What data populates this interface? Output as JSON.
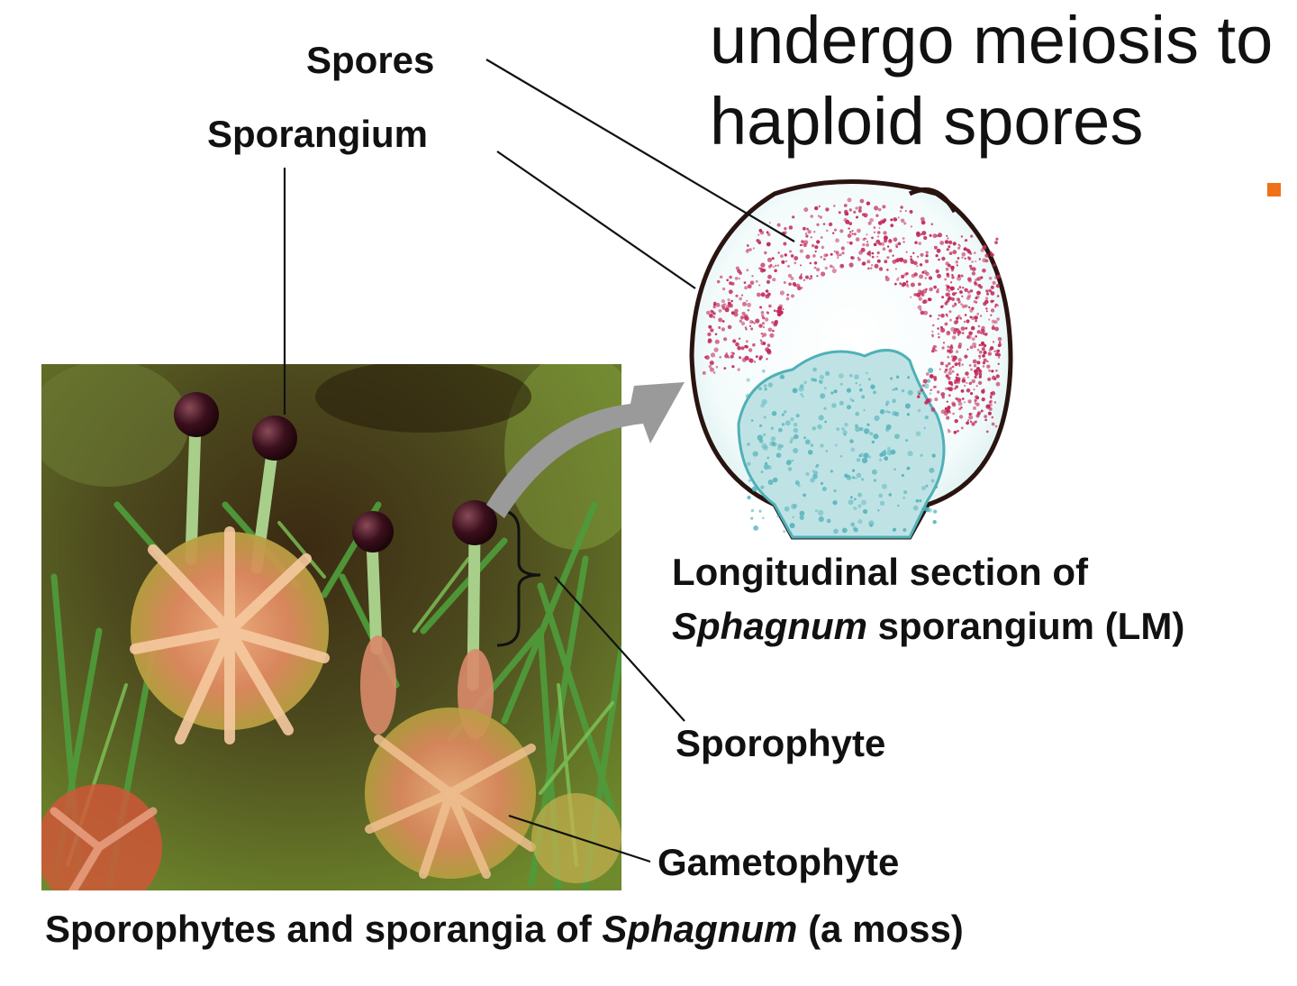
{
  "slide": {
    "heading_line1": "undergo meiosis to",
    "heading_line2": "haploid spores"
  },
  "labels": {
    "spores": "Spores",
    "sporangium": "Sporangium",
    "sporophyte": "Sporophyte",
    "gametophyte": "Gametophyte"
  },
  "section_caption": {
    "line1": "Longitudinal section of",
    "genus": "Sphagnum",
    "line2_rest": " sporangium (LM)"
  },
  "photo_caption": {
    "prefix": "Sporophytes and sporangia of ",
    "genus": "Sphagnum",
    "suffix": " (a moss)"
  },
  "colors": {
    "bullet": "#f07018",
    "arrow": "#9a9a9a",
    "spores": "#c22a5a",
    "tissue": "#4fb0b8"
  }
}
